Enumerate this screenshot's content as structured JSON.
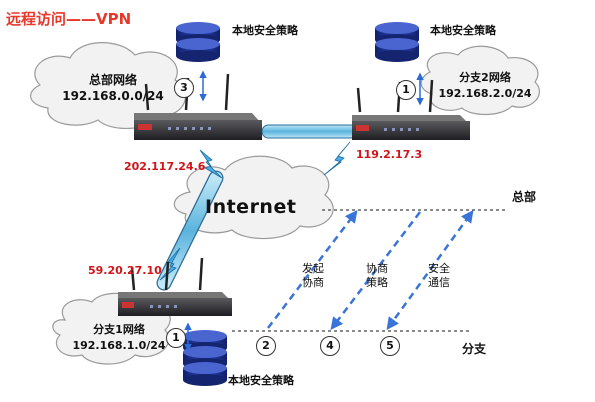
{
  "title": "远程访问——VPN",
  "policy_label": "本地安全策略",
  "hq_cloud": {
    "name": "总部网络",
    "subnet": "192.168.0.0/24"
  },
  "branch2_cloud": {
    "name": "分支2网络",
    "subnet": "192.168.2.0/24"
  },
  "branch1_cloud": {
    "name": "分支1网络",
    "subnet": "192.168.1.0/24"
  },
  "internet_label": "Internet",
  "ips": {
    "hq": "202.117.24.6",
    "branch2": "119.2.17.3",
    "branch1": "59.20.27.10"
  },
  "lane_labels": {
    "hq": "总部",
    "branch": "分支"
  },
  "steps": {
    "s1": "1",
    "s2": "2",
    "s3": "3",
    "s4": "4",
    "s5": "5"
  },
  "phase_labels": {
    "initiate": "发起\n协商",
    "negotiate": "协商\n策略",
    "secure": "安全\n通信"
  }
}
